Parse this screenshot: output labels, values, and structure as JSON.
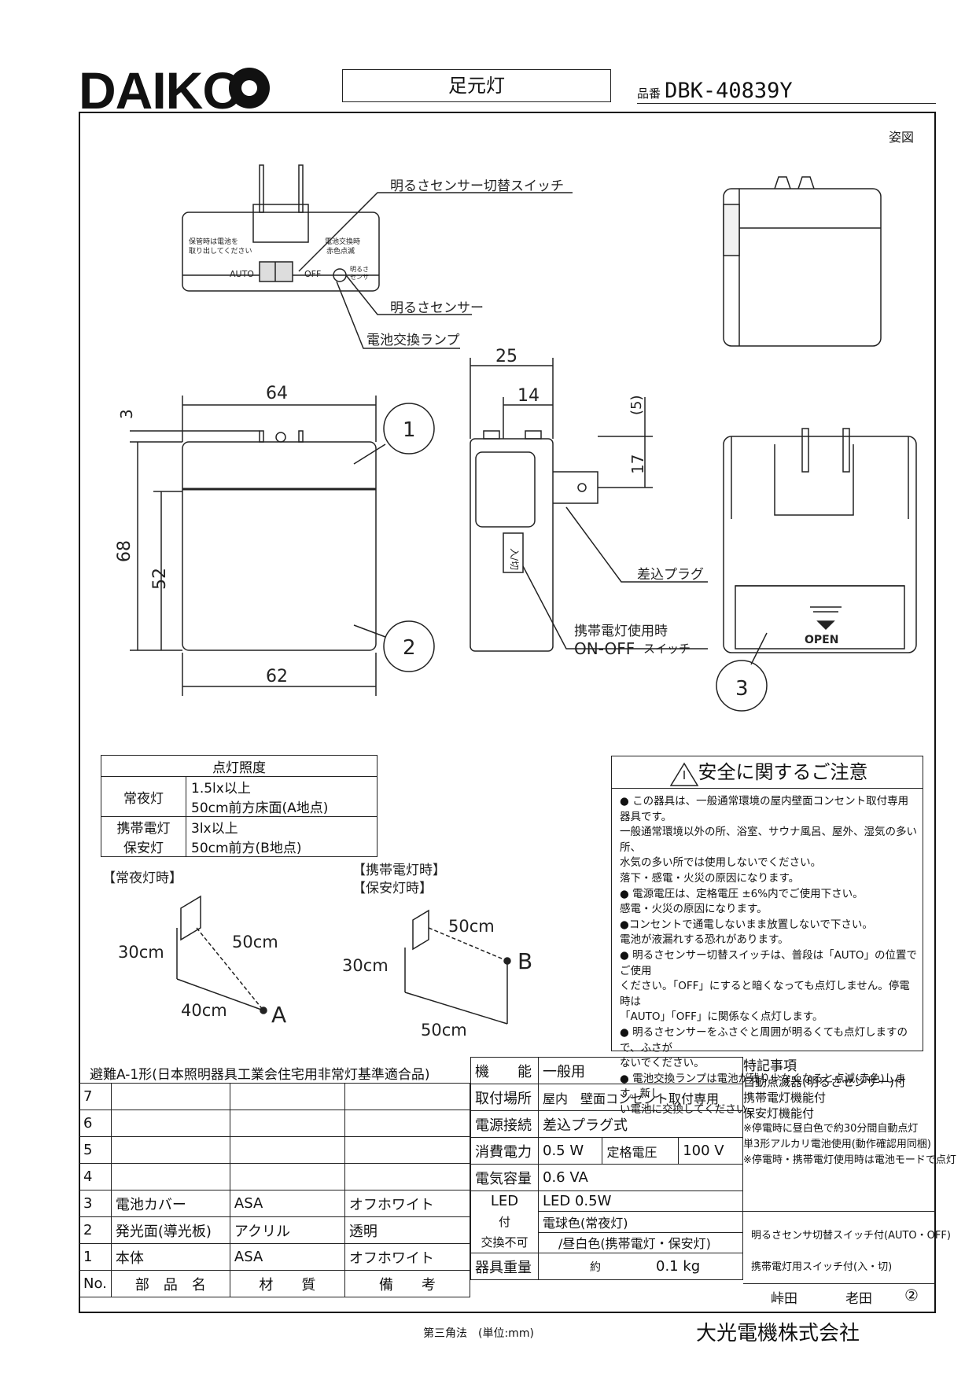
{
  "header": {
    "brand": "DAIKO",
    "product_name": "足元灯",
    "model_label": "品番",
    "model_number": "DBK-40839Y"
  },
  "figure_label": "姿図",
  "callouts": {
    "switch": "明るさセンサー切替スイッチ",
    "sensor": "明るさセンサー",
    "battery_lamp": "電池交換ランプ",
    "plug": "差込プラグ",
    "portable_switch_line1": "携帯電灯使用時",
    "portable_switch_line2": "ON-OFF",
    "portable_switch_line2b": "スイッチ"
  },
  "top_view_labels": {
    "left_note_1": "保管時は電池を",
    "left_note_2": "取り出してください",
    "right_note_1": "電池交換時",
    "right_note_2": "赤色点滅",
    "auto": "AUTO",
    "off": "OFF",
    "sensor_1": "明るさ",
    "sensor_2": "センサ"
  },
  "dimensions": {
    "width_top": "64",
    "width_bottom": "62",
    "height_total": "68",
    "height_body": "52",
    "pin_offset": "3",
    "depth_total": "25",
    "depth_plug": "14",
    "pin_gap": "(5)",
    "plug_height": "17"
  },
  "markers": [
    "1",
    "2",
    "3"
  ],
  "side_labels": {
    "switch_text": "入/切"
  },
  "open_label": "OPEN",
  "illuminance": {
    "title": "点灯照度",
    "rows": [
      {
        "mode": "常夜灯",
        "line1": "1.5lx以上",
        "line2": "50cm前方床面(A地点)"
      },
      {
        "mode1": "携帯電灯",
        "mode2": "保安灯",
        "line1": "3lx以上",
        "line2": "50cm前方(B地点)"
      }
    ]
  },
  "diagrams": {
    "night_title": "【常夜灯時】",
    "portable_title_1": "【携帯電灯時】",
    "portable_title_2": "【保安灯時】",
    "night_height": "30cm",
    "night_diag": "50cm",
    "night_base": "40cm",
    "point_a": "A",
    "portable_dist": "50cm",
    "portable_height": "30cm",
    "portable_base": "50cm",
    "point_b": "B"
  },
  "safety": {
    "title": "安全に関するご注意",
    "lines": [
      "● この器具は、一般通常環境の屋内壁面コンセント取付専用器具です。",
      "一般通常環境以外の所、浴室、サウナ風呂、屋外、湿気の多い所、",
      "水気の多い所では使用しないでください。",
      "落下・感電・火災の原因になります。",
      "● 電源電圧は、定格電圧 ±6%内でご使用下さい。",
      "感電・火災の原因になります。",
      "●コンセントで通電しないまま放置しないで下さい。",
      "電池が液漏れする恐れがあります。",
      "● 明るさセンサー切替スイッチは、普段は「AUTO」の位置でご使用",
      "ください。「OFF」にすると暗くなっても点灯しません。停電時は",
      "「AUTO」「OFF」に関係なく点灯します。",
      "● 明るさセンサーをふさぐと周囲が明るくても点灯しますので、ふさが",
      "ないでください。",
      "● 電池交換ランプは電池が残り少なくなると点滅(赤色)します。新し",
      "い電池に交換してください。"
    ]
  },
  "standard_note": "避難A-1形(日本照明器具工業会住宅用非常灯基準適合品)",
  "bom": {
    "headers": [
      "No.",
      "部　品　名",
      "材　　質",
      "備　　考"
    ],
    "rows": [
      {
        "no": "7",
        "part": "",
        "material": "",
        "note": ""
      },
      {
        "no": "6",
        "part": "",
        "material": "",
        "note": ""
      },
      {
        "no": "5",
        "part": "",
        "material": "",
        "note": ""
      },
      {
        "no": "4",
        "part": "",
        "material": "",
        "note": ""
      },
      {
        "no": "3",
        "part": "電池カバー",
        "material": "ASA",
        "note": "オフホワイト"
      },
      {
        "no": "2",
        "part": "発光面(導光板)",
        "material": "アクリル",
        "note": "透明"
      },
      {
        "no": "1",
        "part": "本体",
        "material": "ASA",
        "note": "オフホワイト"
      }
    ]
  },
  "spec": {
    "function_label": "機　　能",
    "function_value": "一般用",
    "mount_label": "取付場所",
    "mount_value": "屋内　壁面コンセント取付専用",
    "power_label": "電源接続",
    "power_value": "差込プラグ式",
    "consumption_label": "消費電力",
    "consumption_value": "0.5 W",
    "rated_label": "定格電圧",
    "rated_value": "100 V",
    "capacity_label": "電気容量",
    "capacity_value": "0.6 VA",
    "led_label_1": "LED",
    "led_label_2": "付",
    "led_label_3": "交換不可",
    "led_value_1": "LED 0.5W",
    "led_value_2": "電球色(常夜灯)",
    "led_value_3": "/昼白色(携帯電灯・保安灯)",
    "weight_label": "器具重量",
    "weight_approx": "約",
    "weight_value": "0.1",
    "weight_unit": "kg"
  },
  "notes": {
    "title": "特記事項",
    "lines": [
      "自動点滅器(明るさセンサー)付",
      "携帯電灯機能付",
      "保安灯機能付",
      "※停電時に昼白色で約30分間自動点灯",
      "単3形アルカリ電池使用(動作確認用同梱)",
      "※停電時・携帯電灯使用時は電池モードで点灯"
    ],
    "switch_1": "明るさセンサ切替スイッチ付(AUTO・OFF)",
    "switch_2": "携帯電灯用スイッチ付(入・切)",
    "signer_1": "峠田",
    "signer_2": "老田",
    "revision": "②"
  },
  "footer": {
    "projection": "第三角法　(単位:mm)",
    "company": "大光電機株式会社"
  }
}
